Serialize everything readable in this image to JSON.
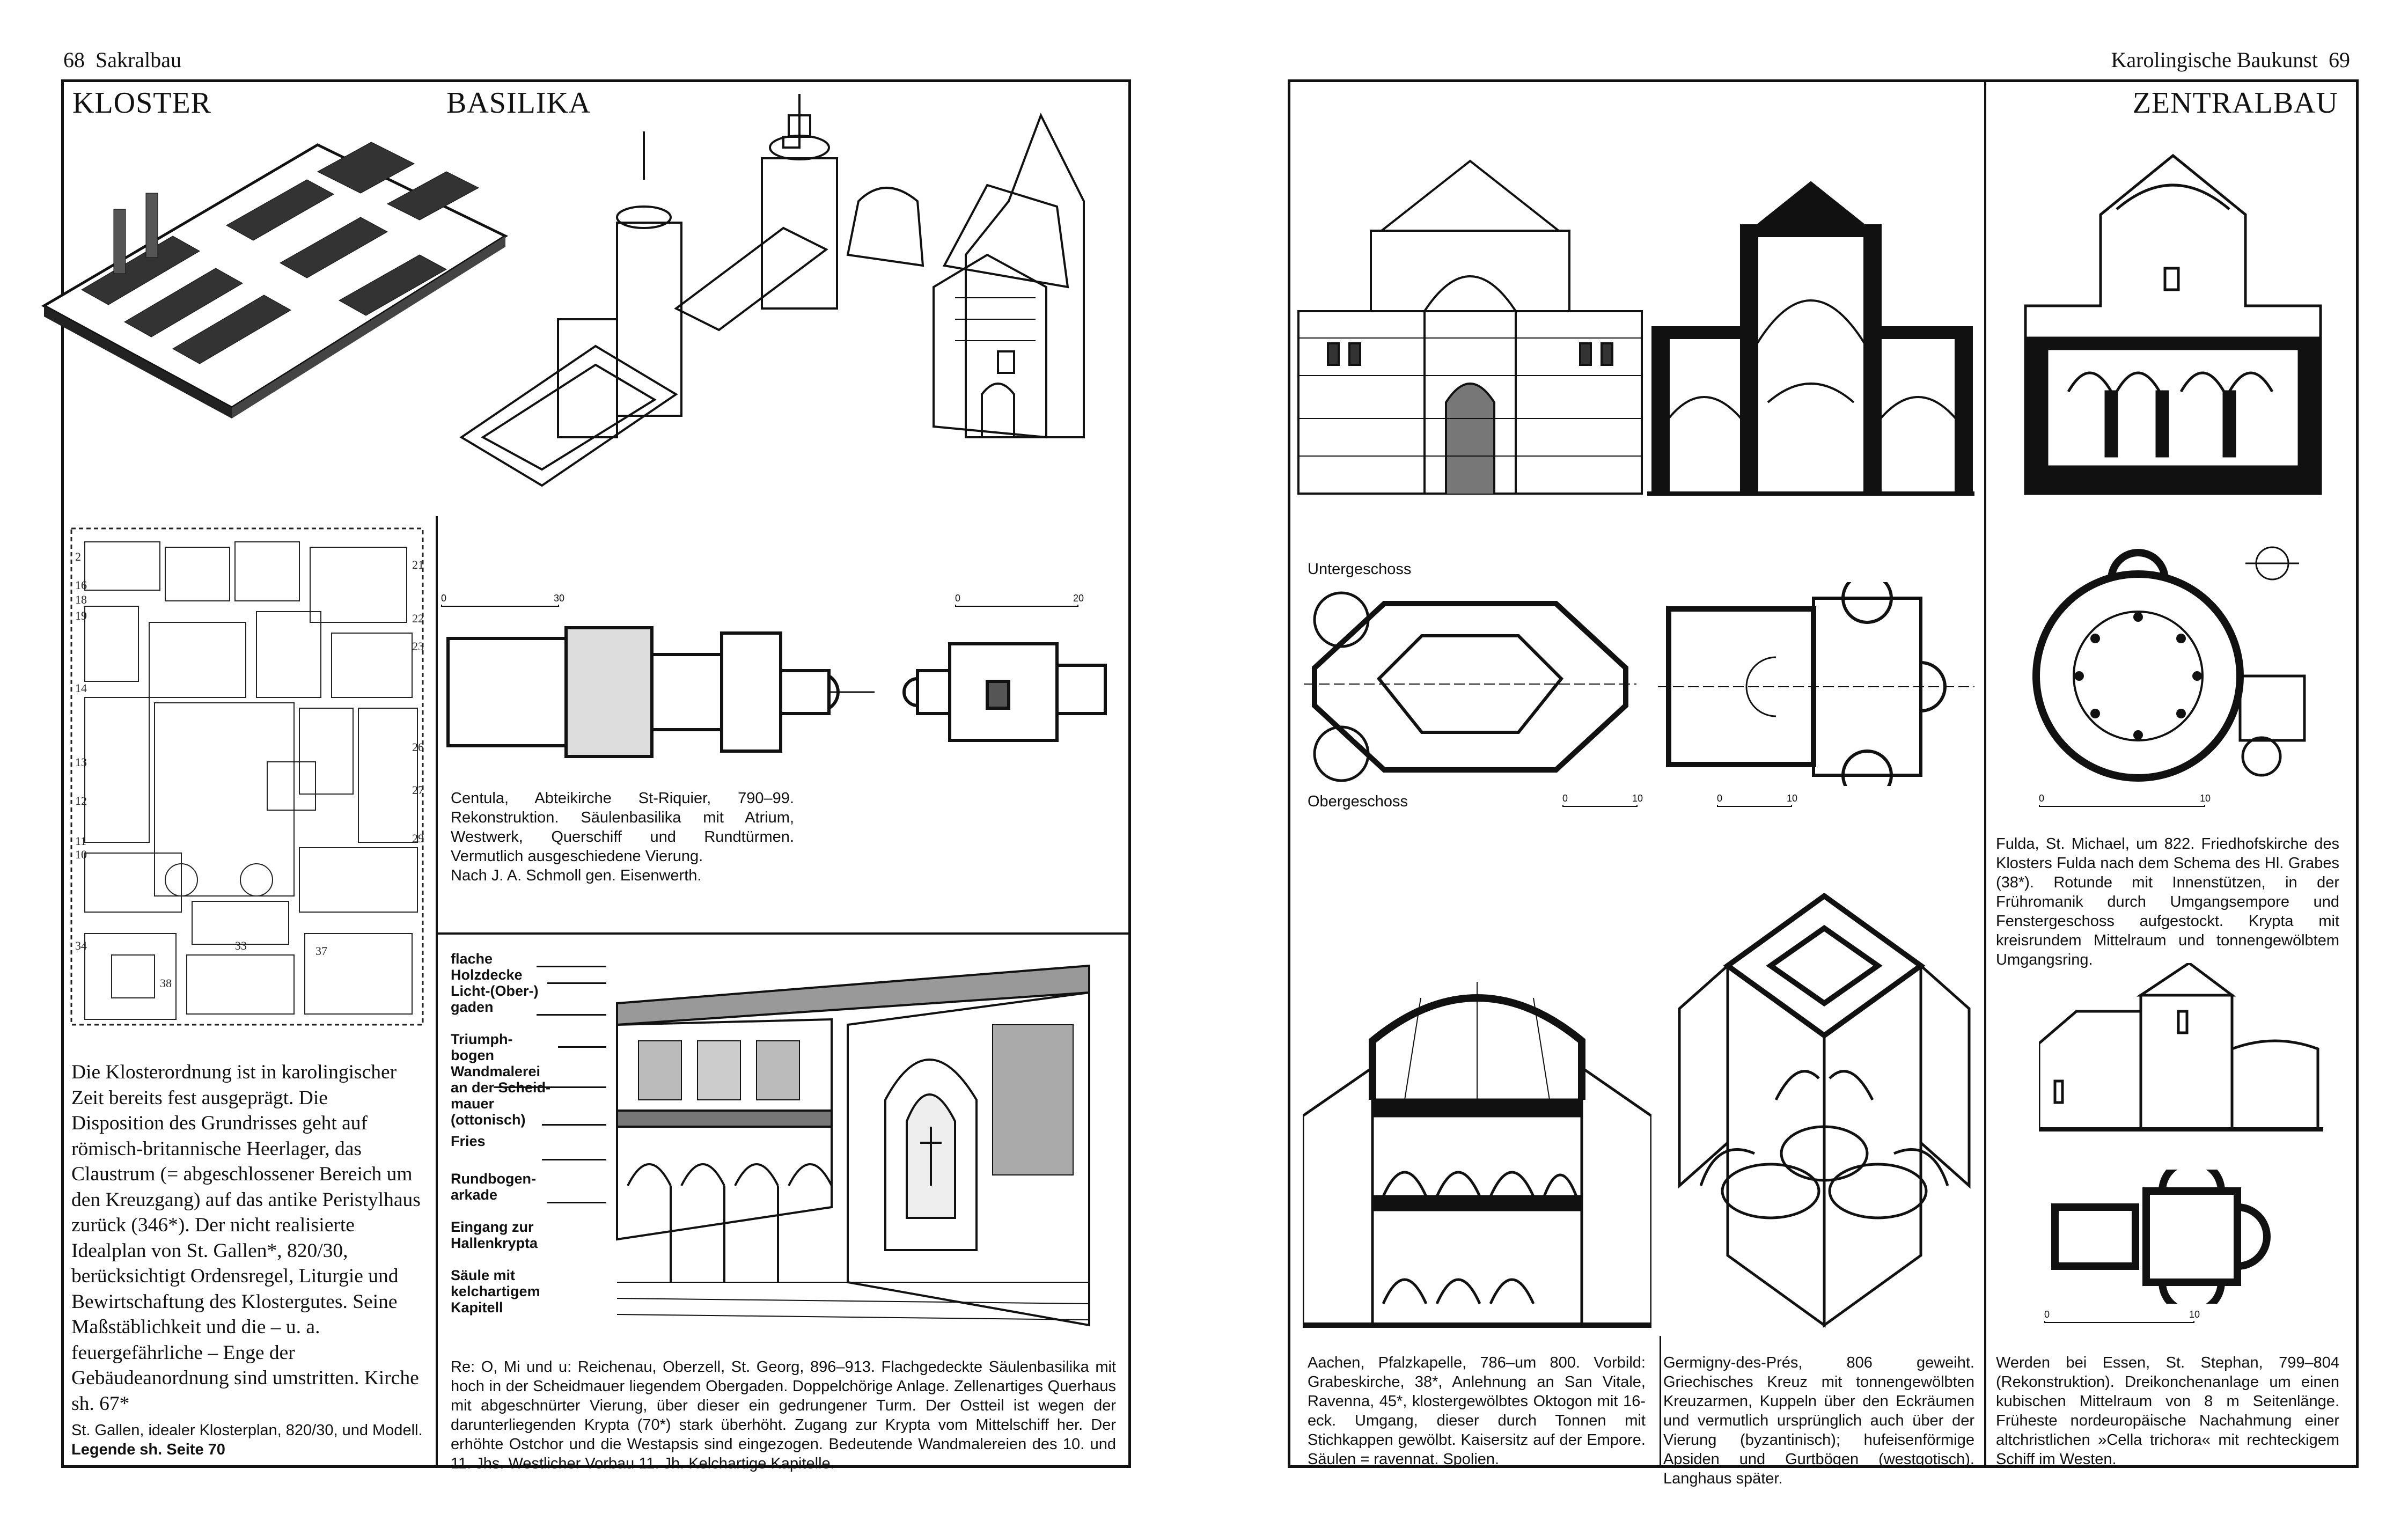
{
  "left_page": {
    "page_number": "68",
    "running_head": "Sakralbau",
    "sections": {
      "kloster": "KLOSTER",
      "basilika": "BASILIKA"
    },
    "kloster_text": "Die Klosterordnung ist in karolingischer Zeit bereits fest ausgeprägt. Die Disposition des Grundrisses geht auf römisch-britannische Heerlager, das Claustrum (= abgeschlossener Bereich um den Kreuzgang) auf das antike Peristylhaus zurück (346*). Der nicht realisierte Idealplan von St. Gallen*, 820/30, berücksichtigt Ordensregel, Liturgie und Bewirtschaftung des Klostergutes. Seine Maßstäblichkeit und die – u. a. feuergefährliche – Enge der Gebäudeanordnung sind umstritten. Kirche sh. 67*",
    "st_gallen_caption": "St. Gallen, idealer Klosterplan, 820/30, und Modell.",
    "st_gallen_legend": "Legende sh. Seite 70",
    "centula_caption": "Centula, Abteikirche St-Riquier, 790–99. Rekonstruktion. Säulenbasilika mit Atrium, Westwerk, Querschiff und Rundtürmen. Vermutlich ausgeschiedene Vierung.",
    "centula_credit": "Nach J. A. Schmoll gen. Eisenwerth.",
    "scales": [
      {
        "from": "0",
        "to": "30"
      },
      {
        "from": "0",
        "to": "20"
      }
    ],
    "interior_labels": [
      "flache Holzdecke",
      "Licht-(Ober-) gaden",
      "Triumph- bogen",
      "Wandmalerei an der Scheid- mauer (ottonisch)",
      "Fries",
      "Rundbogen- arkade",
      "Eingang zur Hallenkrypta",
      "Säule mit kelchartigem Kapitell"
    ],
    "reichenau_caption": "Re: O, Mi und u: Reichenau, Oberzell, St. Georg, 896–913. Flachgedeckte Säulenbasilika mit hoch in der Scheidmauer liegendem Obergaden. Doppelchörige Anlage. Zellenartiges Querhaus mit abgeschnürter Vierung, über dieser ein gedrungener Turm. Der Ostteil ist wegen der darunterliegenden Krypta (70*) stark überhöht. Zugang zur Krypta vom Mittelschiff her. Der erhöhte Ostchor und die Westapsis sind eingezogen. Bedeutende Wandmalereien des 10. und 11. Jhs. Westlicher Vorbau 11. Jh. Kelchartige Kapitelle."
  },
  "right_page": {
    "page_number": "69",
    "running_head": "Karolingische Baukunst",
    "section": "ZENTRALBAU",
    "untergeschoss": "Untergeschoss",
    "obergeschoss": "Obergeschoss",
    "scales": [
      {
        "from": "0",
        "to": "10"
      },
      {
        "from": "0",
        "to": "10"
      },
      {
        "from": "0",
        "to": "10"
      },
      {
        "from": "0",
        "to": "10"
      }
    ],
    "fulda_caption": "Fulda, St. Michael, um 822. Friedhofskirche des Klosters Fulda nach dem Schema des Hl. Grabes (38*). Rotunde mit Innenstützen, in der Frühromanik durch Umgangsempore und Fenstergeschoss aufgestockt. Krypta mit kreisrundem Mittelraum und tonnengewölbtem Umgangsring.",
    "aachen_caption": "Aachen, Pfalzkapelle, 786–um 800. Vorbild: Grabeskirche, 38*, Anlehnung an San Vitale, Ravenna, 45*, klostergewölbtes Oktogon mit 16-eck. Umgang, dieser durch Tonnen mit Stichkappen gewölbt. Kaisersitz auf der Empore. Säulen = ravennat. Spolien.",
    "germigny_caption": "Germigny-des-Prés, 806 geweiht. Griechisches Kreuz mit tonnengewölbten Kreuzarmen, Kuppeln über den Eckräumen und vermutlich ursprünglich auch über der Vierung (byzantinisch); hufeisenförmige Apsiden und Gurtbögen (westgotisch). Langhaus später.",
    "werden_caption": "Werden bei Essen, St. Stephan, 799–804 (Rekonstruktion). Dreikonchenanlage um einen kubischen Mittelraum von 8 m Seitenlänge. Früheste nordeuropäische Nachahmung einer altchristlichen »Cella trichora« mit rechteckigem Schiff im Westen."
  }
}
